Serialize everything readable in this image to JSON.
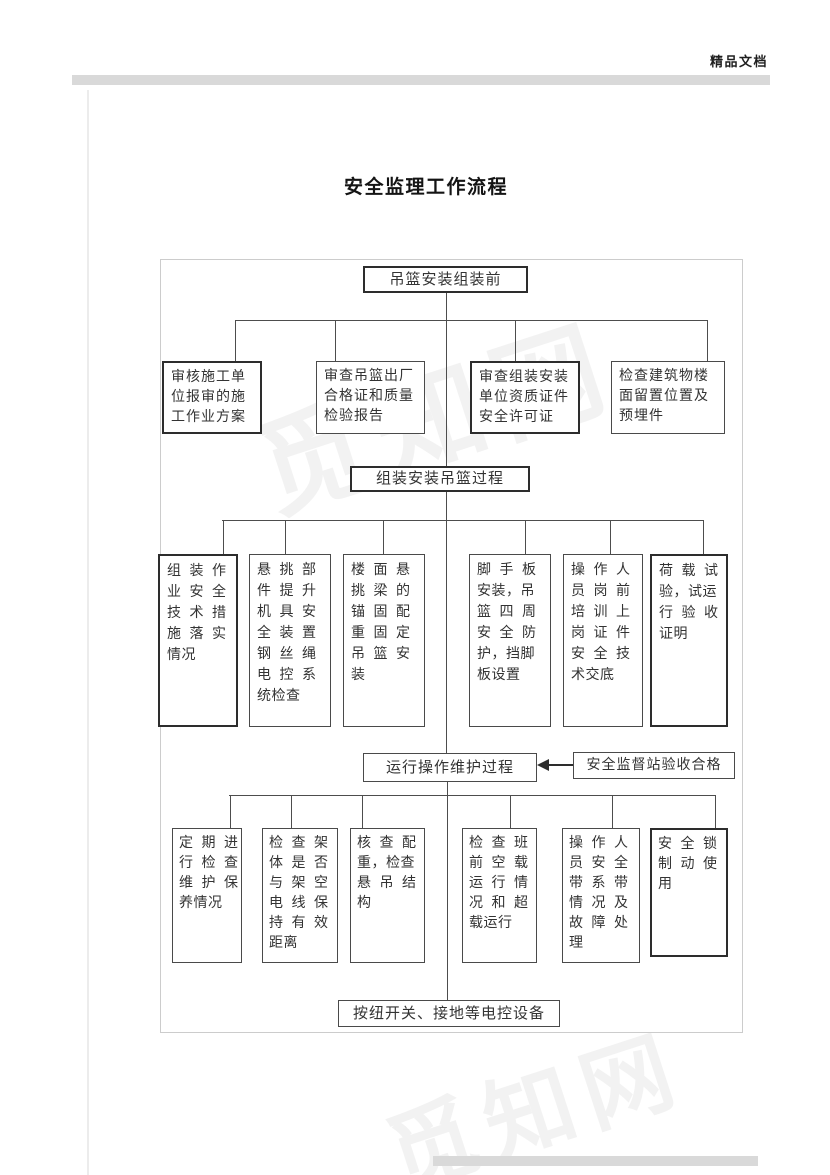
{
  "page": {
    "doc_tag": "精品文档",
    "title": "安全监理工作流程",
    "watermark": "觅知网"
  },
  "flowchart": {
    "stage1_header": "吊篮安装组装前",
    "stage1_boxes": [
      "审核施工单\n位报审的施\n工作业方案",
      "审查吊篮出厂\n合格证和质量\n检验报告",
      "审查组装安装\n单位资质证件\n安全许可证",
      "检查建筑物楼\n面留置位置及\n预埋件"
    ],
    "stage2_header": "组装安装吊篮过程",
    "stage2_boxes": [
      "组 装 作\n业 安 全\n技 术 措\n施 落 实\n情况",
      "悬 挑 部\n件 提 升\n机 具 安\n全 装 置\n钢 丝 绳\n电 控 系\n统检查",
      "楼 面 悬\n挑 梁 的\n锚 固 配\n重 固 定\n吊 篮 安\n装",
      "脚 手 板\n安装，吊\n篮 四 周\n安 全 防\n护，挡脚\n板设置",
      "操 作 人\n员 岗 前\n培 训 上\n岗 证 件\n安 全 技\n术交底",
      "荷 载 试\n验，试运\n行 验 收\n证明"
    ],
    "stage3_header": "运行操作维护过程",
    "stage3_side_box": "安全监督站验收合格",
    "stage3_boxes": [
      "定 期 进\n行 检 查\n维 护 保\n养情况",
      "检 查 架\n体 是 否\n与 架 空\n电 线 保\n持 有 效\n距离",
      "核 查 配\n重，检查\n悬 吊 结\n构",
      "检 查 班\n前 空 载\n运 行 情\n况 和 超\n载运行",
      "操 作 人\n员 安 全\n带 系 带\n情 况 及\n故 障 处\n理",
      "安 全 锁\n制 动 使\n用"
    ],
    "stage4_footer": "按纽开关、接地等电控设备"
  }
}
